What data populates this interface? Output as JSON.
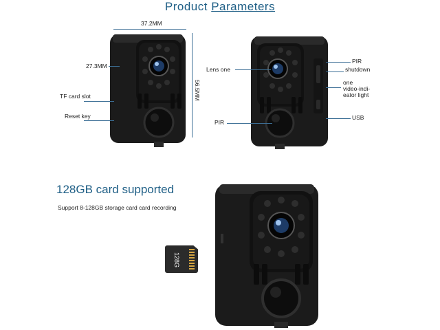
{
  "header": {
    "title_part1": "Product",
    "title_part2": "Parameters"
  },
  "dims": {
    "width": "37.2MM",
    "depth": "27.3MM",
    "height": "56.5MM"
  },
  "left_labels": {
    "tf_slot": "TF card slot",
    "reset": "Reset key"
  },
  "right_labels": {
    "lens": "Lens one",
    "pir_front": "PIR",
    "pir_side": "PIR",
    "shutdown": "shutdown",
    "indicator_1": "one",
    "indicator_2": "video-indi-",
    "indicator_3": "eator light",
    "usb": "USB"
  },
  "card_section": {
    "headline": "128GB card supported",
    "description": "Support 8-128GB storage card card recording",
    "sd_label": "128G"
  },
  "colors": {
    "accent": "#1f5f86",
    "device": "#1c1c1c",
    "line": "#3c6f96"
  }
}
